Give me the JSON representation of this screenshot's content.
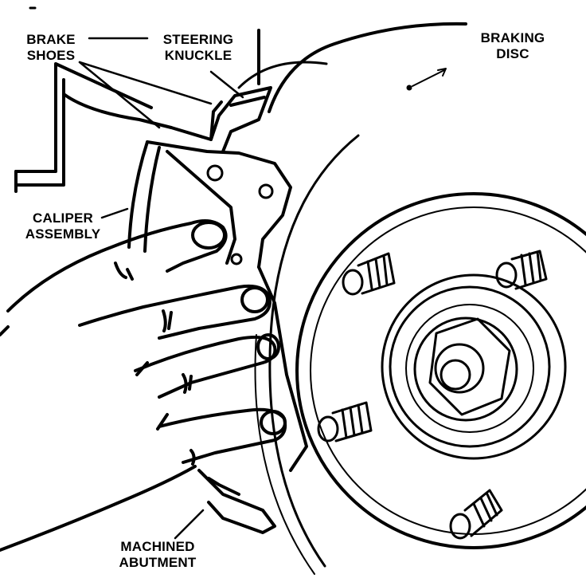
{
  "diagram": {
    "labels": {
      "brake_shoes": {
        "line1": "BRAKE",
        "line2": "SHOES"
      },
      "steering_knuckle": {
        "line1": "STEERING",
        "line2": "KNUCKLE"
      },
      "braking_disc": {
        "line1": "BRAKING",
        "line2": "DISC"
      },
      "caliper_assembly": {
        "line1": "CALIPER",
        "line2": "ASSEMBLY"
      },
      "machined_abutment": {
        "line1": "MACHINED",
        "line2": "ABUTMENT"
      }
    },
    "colors": {
      "ink": "#000000",
      "paper": "#ffffff"
    }
  }
}
